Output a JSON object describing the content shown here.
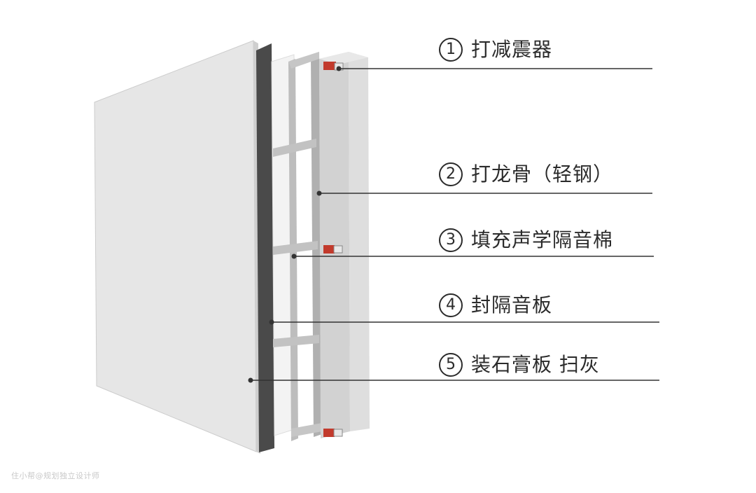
{
  "callouts": [
    {
      "num": "1",
      "text": "打减震器"
    },
    {
      "num": "2",
      "text": "打龙骨（轻钢）"
    },
    {
      "num": "3",
      "text": "填充声学隔音棉"
    },
    {
      "num": "4",
      "text": "封隔音板"
    },
    {
      "num": "5",
      "text": "装石膏板 扫灰"
    }
  ],
  "watermark": "住小帮@规划独立设计师",
  "colors": {
    "panel_front": "#e6e6e6",
    "panel_edge": "#cfcfcf",
    "board_dark": "#4a4a4a",
    "frame": "#bdbdbd",
    "absorber": "#d2d2d2",
    "damper_red": "#c23a2c",
    "line": "#333333"
  }
}
